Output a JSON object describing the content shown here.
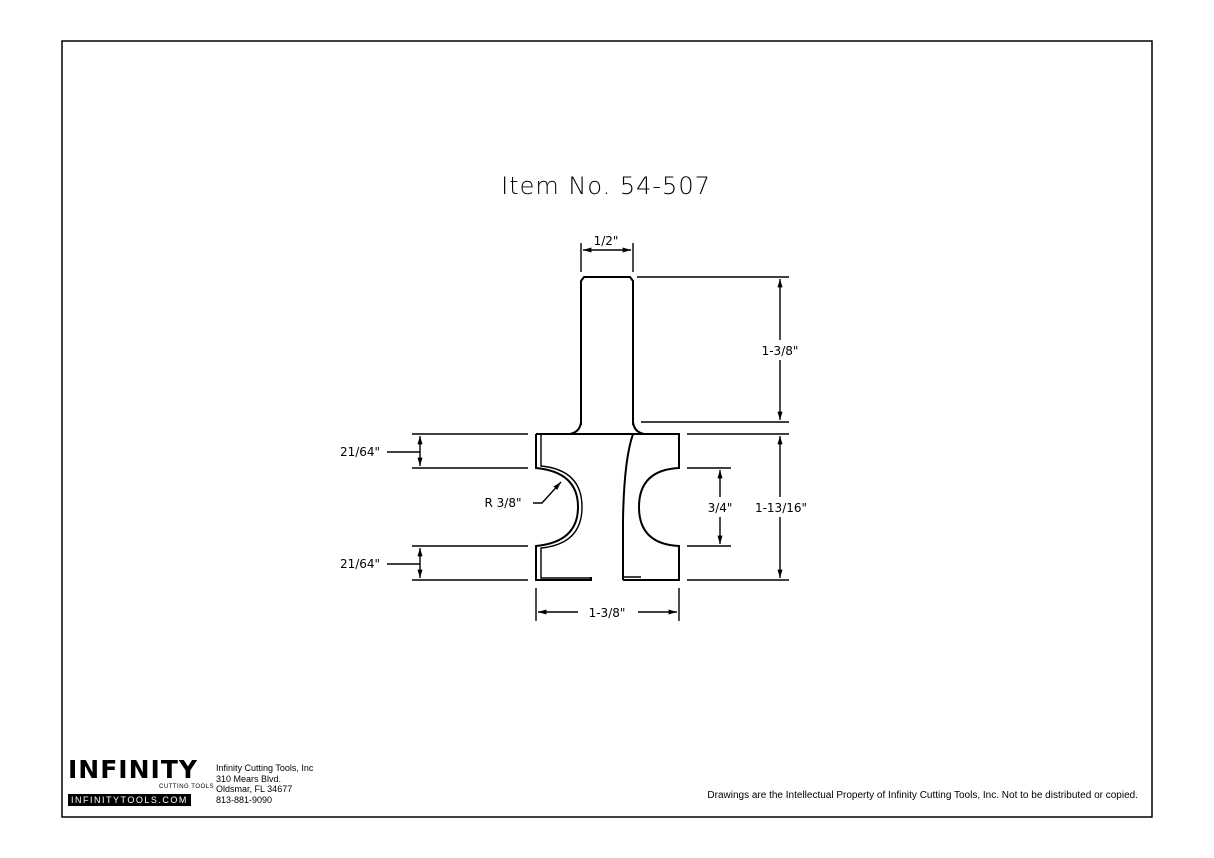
{
  "title": "Item No. 54-507",
  "dimensions": {
    "shank_diameter": "1/2\"",
    "shank_length": "1-3/8\"",
    "top_land": "21/64\"",
    "bottom_land": "21/64\"",
    "radius": "R 3/8\"",
    "bead_height": "3/4\"",
    "cutting_height": "1-13/16\"",
    "cutting_diameter": "1-3/8\""
  },
  "footer": {
    "logo_word": "INFINITY",
    "logo_sub": "CUTTING TOOLS",
    "logo_url": "INFINITYTOOLS.COM",
    "company": "Infinity Cutting Tools, Inc",
    "street": "310 Mears Blvd.",
    "city": "Oldsmar, FL  34677",
    "phone": "813-881-9090",
    "notice": "Drawings are the Intellectual Property of Infinity Cutting Tools, Inc. Not to be distributed or copied."
  }
}
